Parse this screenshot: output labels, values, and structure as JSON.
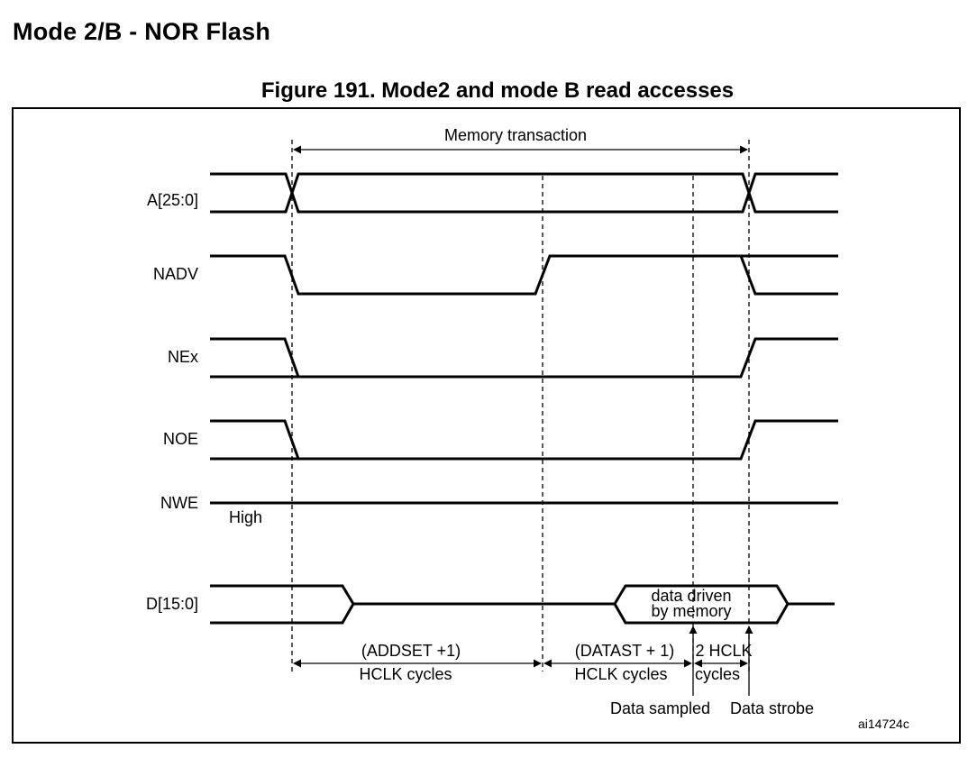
{
  "section_heading": "Mode 2/B - NOR Flash",
  "figure_caption": "Figure 191. Mode2 and mode B read accesses",
  "diagram": {
    "signals": [
      {
        "name": "A[25:0]"
      },
      {
        "name": "NADV"
      },
      {
        "name": "NEx"
      },
      {
        "name": "NOE"
      },
      {
        "name": "NWE",
        "state_note": "High"
      },
      {
        "name": "D[15:0]"
      }
    ],
    "memory_transaction_label": "Memory transaction",
    "data_box": {
      "line1": "data driven",
      "line2": "by memory"
    },
    "timing": {
      "addset": {
        "line1": "(ADDSET +1)",
        "line2": "HCLK cycles"
      },
      "datast": {
        "line1": "(DATAST + 1)",
        "line2": "HCLK cycles"
      },
      "two_hclk": {
        "line1": "2 HCLK",
        "line2": "cycles"
      }
    },
    "events": {
      "data_sampled": "Data sampled",
      "data_strobe": "Data strobe"
    },
    "figure_id": "ai14724c"
  }
}
